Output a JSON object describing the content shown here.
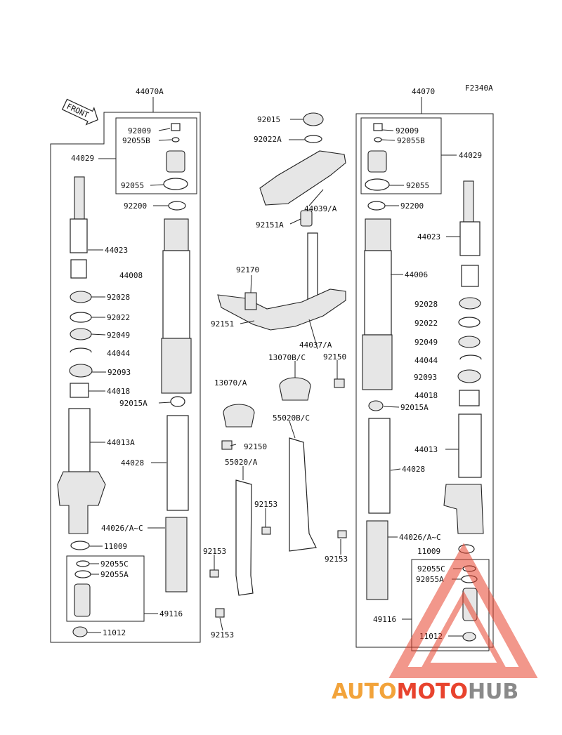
{
  "figure_code": "F2340A",
  "front_label": "FRONT",
  "assemblies": {
    "left": "44070A",
    "right": "44070"
  },
  "left_labels": {
    "l92009": "92009",
    "l92055B": "92055B",
    "l44029": "44029",
    "l92055": "92055",
    "l92200": "92200",
    "l44023": "44023",
    "l44008": "44008",
    "l92028": "92028",
    "l92022": "92022",
    "l92049": "92049",
    "l44044": "44044",
    "l92093": "92093",
    "l44018": "44018",
    "l92015A": "92015A",
    "l44013A": "44013A",
    "l44028": "44028",
    "l44026": "44026/A~C",
    "l11009": "11009",
    "l92055C": "92055C",
    "l92055A": "92055A",
    "l49116": "49116",
    "l11012": "11012"
  },
  "center_labels": {
    "c92015": "92015",
    "c92022A": "92022A",
    "c44039": "44039/A",
    "c92151A": "92151A",
    "c92170": "92170",
    "c92151": "92151",
    "c44037": "44037/A",
    "c13070B": "13070B/C",
    "c92150a": "92150",
    "c13070": "13070/A",
    "c55020BC": "55020B/C",
    "c92150b": "92150",
    "c55020A": "55020/A",
    "c92153a": "92153",
    "c92153b": "92153",
    "c92153c": "92153",
    "c92153d": "92153"
  },
  "right_labels": {
    "r92009": "92009",
    "r92055B": "92055B",
    "r44029": "44029",
    "r92055": "92055",
    "r92200": "92200",
    "r44023": "44023",
    "r44006": "44006",
    "r92028": "92028",
    "r92022": "92022",
    "r92049": "92049",
    "r44044": "44044",
    "r92093": "92093",
    "r44018": "44018",
    "r92015A": "92015A",
    "r44013": "44013",
    "r44028": "44028",
    "r44026": "44026/A~C",
    "r11009": "11009",
    "r92055C": "92055C",
    "r92055A": "92055A",
    "r49116": "49116",
    "r11012": "11012"
  },
  "watermark": {
    "part1": "AUTO",
    "part2": "MOTO",
    "part3": "HUB",
    "color1": "#f2a33a",
    "color2": "#e8432e",
    "color3": "#8a8a8a"
  }
}
